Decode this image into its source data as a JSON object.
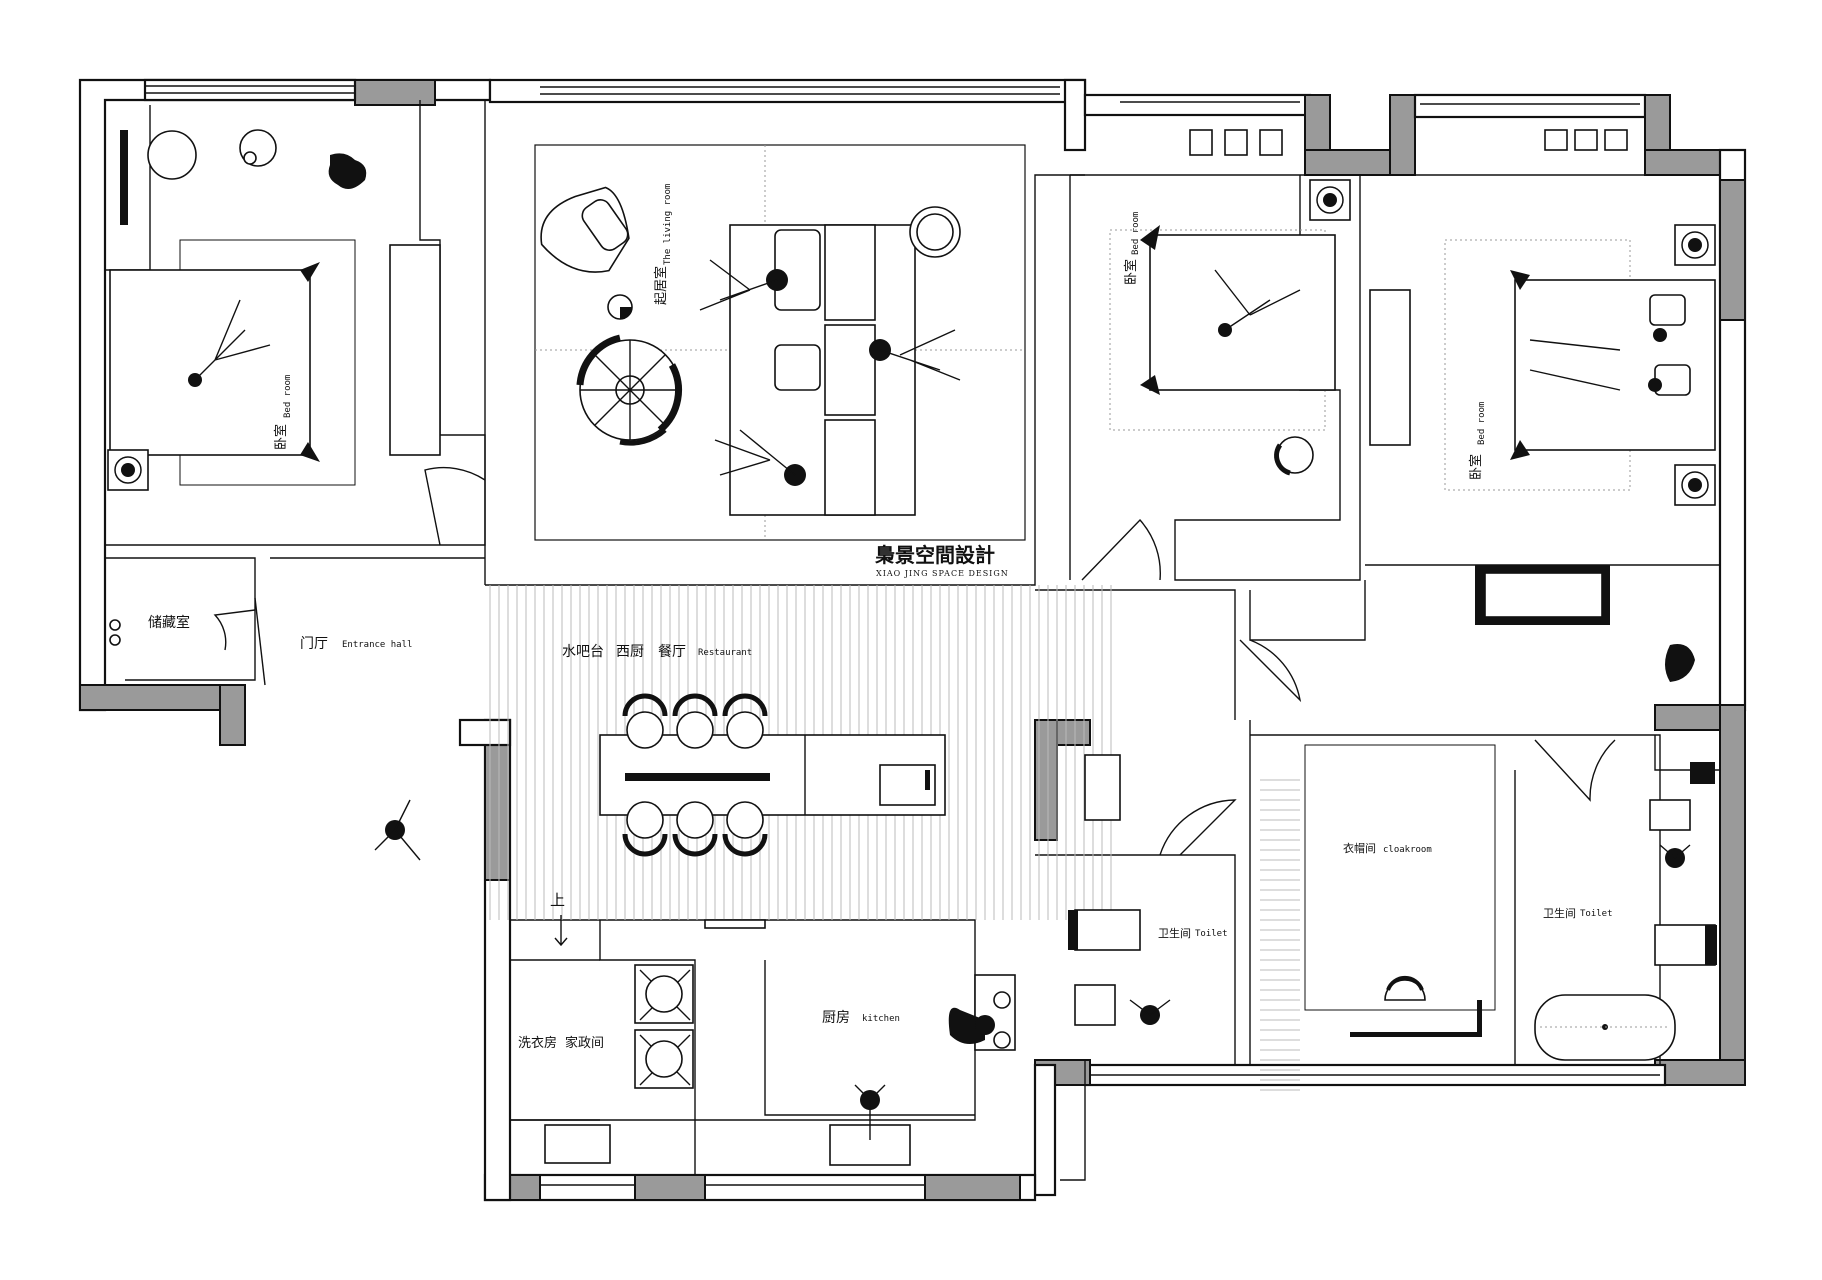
{
  "rooms": {
    "bedroom_left": {
      "cn": "卧室",
      "en": "Bed room"
    },
    "living": {
      "cn": "起居室",
      "en": "The living room"
    },
    "bedroom_mid": {
      "cn": "卧室",
      "en": "Bed room"
    },
    "bedroom_right": {
      "cn": "卧室",
      "en": "Bed room"
    },
    "storage": {
      "cn": "储藏室"
    },
    "entrance": {
      "cn": "门厅",
      "en": "Entrance hall"
    },
    "dining": {
      "cn1": "水吧台",
      "cn2": "西厨",
      "cn3": "餐厅",
      "en": "Restaurant"
    },
    "cloakroom": {
      "cn": "衣帽间",
      "en": "cloakroom"
    },
    "toilet_mid": {
      "cn": "卫生间",
      "en": "Toilet"
    },
    "toilet_right": {
      "cn": "卫生间",
      "en": "Toilet"
    },
    "laundry": {
      "cn1": "洗衣房",
      "cn2": "家政间"
    },
    "kitchen": {
      "cn": "厨房",
      "en": "kitchen"
    },
    "stairs": {
      "cn": "上"
    }
  },
  "brand": {
    "name": "梟景空間設計",
    "sub": "XIAO JING SPACE DESIGN"
  },
  "colors": {
    "wall": "#111111",
    "column": "#9a9a9a",
    "background": "#ffffff"
  }
}
